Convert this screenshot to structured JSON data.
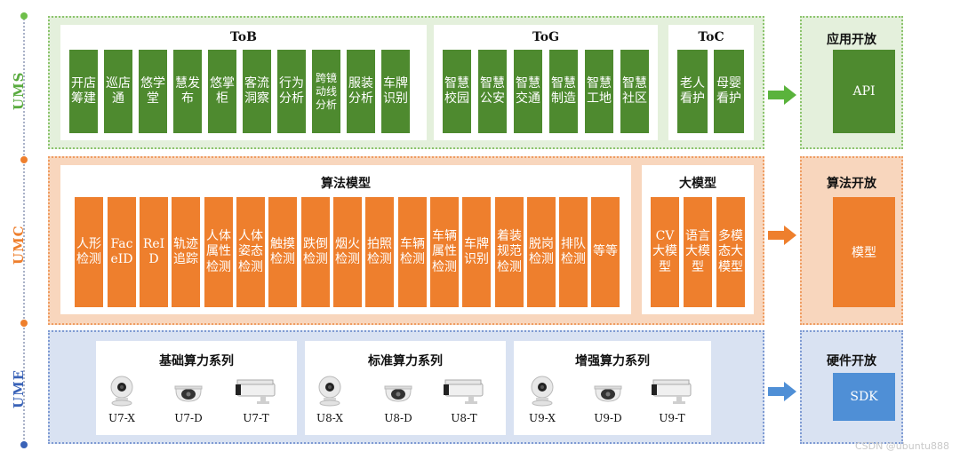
{
  "tiers": {
    "ums": {
      "label": "UMS",
      "color": "#5aab3f"
    },
    "umc": {
      "label": "UMC",
      "color": "#ee7f2d"
    },
    "ume": {
      "label": "UME",
      "color": "#3a63b8"
    }
  },
  "ums": {
    "tob": {
      "title": "ToB",
      "items": [
        "开店筹建",
        "巡店通",
        "悠学堂",
        "慧发布",
        "悠掌柜",
        "客流洞察",
        "行为分析",
        "跨镜动线分析",
        "服装分析",
        "车牌识别"
      ]
    },
    "tog": {
      "title": "ToG",
      "items": [
        "智慧校园",
        "智慧公安",
        "智慧交通",
        "智慧制造",
        "智慧工地",
        "智慧社区"
      ]
    },
    "toc": {
      "title": "ToC",
      "items": [
        "老人看护",
        "母婴看护"
      ]
    }
  },
  "umc": {
    "algo": {
      "title": "算法模型",
      "items": [
        "人形检测",
        "FaceID",
        "ReID",
        "轨迹追踪",
        "人体属性检测",
        "人体姿态检测",
        "触摸检测",
        "跌倒检测",
        "烟火检测",
        "拍照检测",
        "车辆检测",
        "车辆属性检测",
        "车牌识别",
        "着装规范检测",
        "脱岗检测",
        "排队检测",
        "等等"
      ]
    },
    "large": {
      "title": "大模型",
      "items": [
        "CV大模型",
        "语言大模型",
        "多模态大模型"
      ]
    }
  },
  "ume": {
    "basic": {
      "title": "基础算力系列",
      "cams": [
        "U7-X",
        "U7-D",
        "U7-T"
      ]
    },
    "standard": {
      "title": "标准算力系列",
      "cams": [
        "U8-X",
        "U8-D",
        "U8-T"
      ]
    },
    "enhanced": {
      "title": "增强算力系列",
      "cams": [
        "U9-X",
        "U9-D",
        "U9-T"
      ]
    }
  },
  "right": {
    "app": {
      "title": "应用开放",
      "box": "API"
    },
    "algo": {
      "title": "算法开放",
      "box": "模型"
    },
    "hw": {
      "title": "硬件开放",
      "box": "SDK"
    }
  },
  "watermark": "CSDN @ubuntu888",
  "colors": {
    "green": "#4e8a2f",
    "orange": "#ee7f2d",
    "blue": "#4f8fd6",
    "green_arrow": "#5ab33c",
    "orange_arrow": "#ee7f2d",
    "blue_arrow": "#4f8fd6"
  }
}
